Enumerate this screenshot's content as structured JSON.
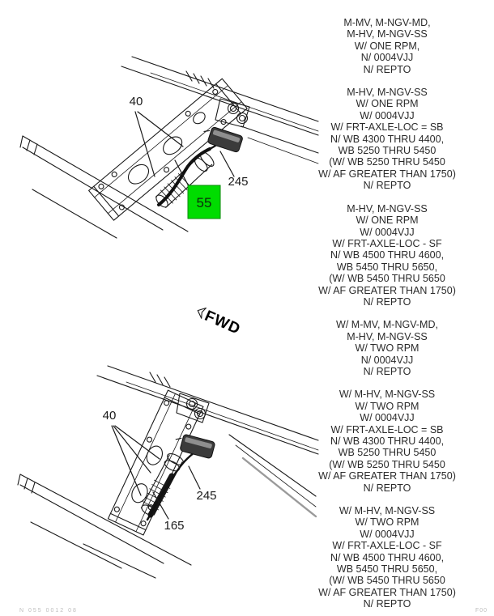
{
  "figure": {
    "top_view": {
      "callout_40": "40",
      "callout_55": "55",
      "callout_245": "245",
      "fwd_label": "FWD",
      "highlight_color": "#00DC00"
    },
    "bottom_view": {
      "callout_40": "40",
      "callout_245": "245",
      "callout_165": "165"
    }
  },
  "spec_blocks": [
    {
      "lines": [
        "M-MV, M-NGV-MD,",
        "M-HV, M-NGV-SS",
        "W/ ONE RPM,",
        "N/ 0004VJJ",
        "N/ REPTO"
      ]
    },
    {
      "lines": [
        "M-HV, M-NGV-SS",
        "W/ ONE RPM",
        "W/ 0004VJJ",
        "W/ FRT-AXLE-LOC = SB",
        "N/ WB 4300 THRU 4400,",
        "WB 5250 THRU 5450",
        "(W/ WB 5250 THRU 5450",
        "W/ AF GREATER THAN 1750)",
        "N/ REPTO"
      ]
    },
    {
      "lines": [
        "M-HV, M-NGV-SS",
        "W/ ONE RPM",
        "W/ 0004VJJ",
        "W/ FRT-AXLE-LOC - SF",
        "N/ WB 4500 THRU 4600,",
        "WB 5450 THRU 5650,",
        "(W/ WB 5450 THRU 5650",
        "W/ AF GREATER THAN 1750)",
        "N/ REPTO"
      ]
    },
    {
      "lines": [
        "W/ M-MV, M-NGV-MD,",
        "M-HV, M-NGV-SS",
        "W/ TWO RPM",
        "N/ 0004VJJ",
        "N/ REPTO"
      ]
    },
    {
      "lines": [
        "W/ M-HV, M-NGV-SS",
        "W/ TWO RPM",
        "W/ 0004VJJ",
        "W/ FRT-AXLE-LOC = SB",
        "N/ WB 4300 THRU 4400,",
        "WB 5250 THRU 5450",
        "(W/ WB 5250 THRU 5450",
        "W/ AF GREATER THAN 1750)",
        "N/ REPTO"
      ]
    },
    {
      "lines": [
        "W/ M-HV, M-NGV-SS",
        "W/ TWO RPM",
        "W/ 0004VJJ",
        "W/ FRT-AXLE-LOC - SF",
        "N/ WB 4500 THRU 4600,",
        "WB 5450 THRU 5650,",
        "(W/ WB 5450 THRU 5650",
        "W/ AF GREATER THAN 1750)",
        "N/ REPTO"
      ]
    }
  ],
  "footer": {
    "left": "N 055 0012 08",
    "right": "F00"
  }
}
